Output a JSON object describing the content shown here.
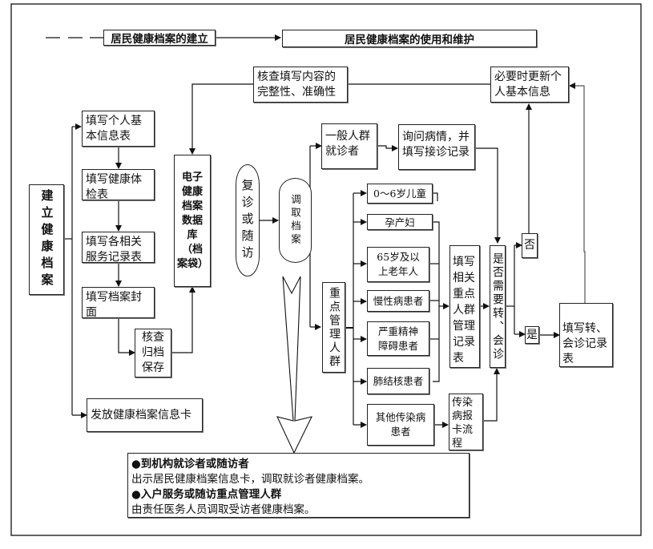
{
  "header": {
    "establish_label": "居民健康档案的建立",
    "use_label": "居民健康档案的使用和维护"
  },
  "establish": {
    "root": "建立健康档案",
    "steps": [
      {
        "id": "fill-basic-info",
        "text": "填写个人基本信息表"
      },
      {
        "id": "fill-health-exam",
        "text": "填写健康体检表"
      },
      {
        "id": "fill-service-records",
        "text": "填写各相关服务记录表"
      },
      {
        "id": "fill-archive-cover",
        "text": "填写档案封面"
      }
    ],
    "archive_check": "核查归档保存",
    "issue_card": "发放健康档案信息卡",
    "database": "电子健康档案数据库（档案袋）"
  },
  "use": {
    "check_content": "核查填写内容的完整性、准确性",
    "update_info": "必要时更新个人基本信息",
    "revisit": "复诊或随访",
    "retrieve": "调取档案",
    "general_group": "一般人群就诊者",
    "inquire": "询问病情，并填写接诊记录",
    "key_group": "重点管理人群",
    "key_categories": [
      "0～6岁儿童",
      "孕产妇",
      "65岁及以上老年人",
      "慢性病患者",
      "严重精神障碍患者",
      "肺结核患者",
      "其他传染病患者"
    ],
    "key_record": "填写相关重点人群管理记录表",
    "infectious_report": "传染病报卡流程",
    "need_referral": "是否需要转、会诊",
    "no_label": "否",
    "yes_label": "是",
    "referral_record": "填写转、会诊记录表"
  },
  "note": {
    "items": [
      {
        "heading": "●到机构就诊者或随访者",
        "text": "出示居民健康档案信息卡，调取就诊者健康档案。"
      },
      {
        "heading": "●入户服务或随访重点管理人群",
        "text": "由责任医务人员调取受访者健康档案。"
      }
    ]
  }
}
